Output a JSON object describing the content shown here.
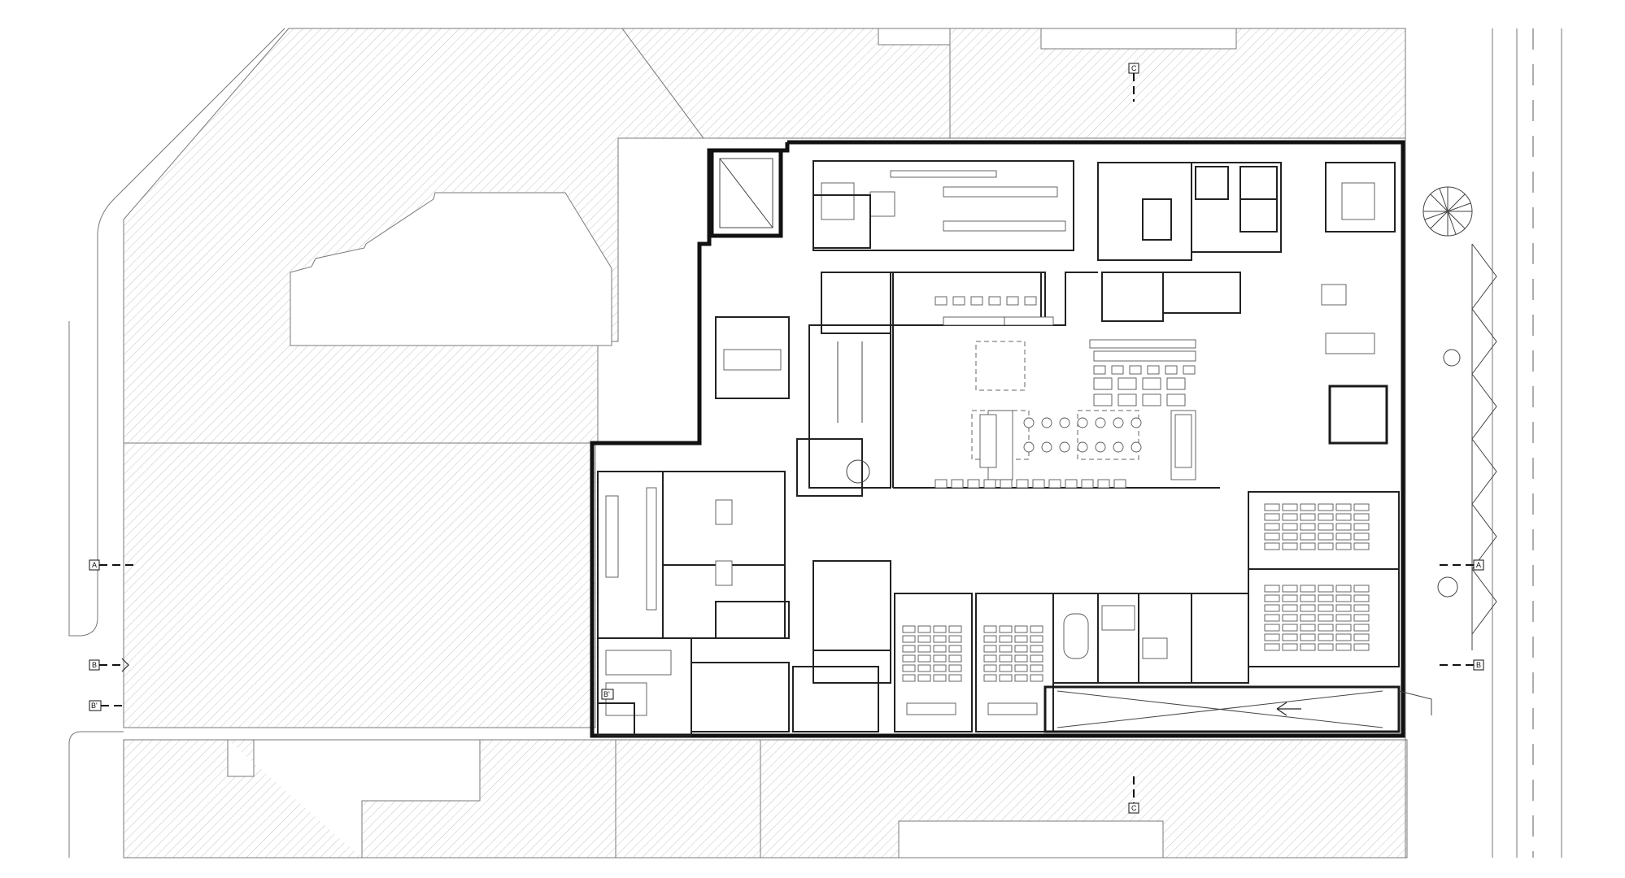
{
  "drawing": {
    "section_markers": [
      {
        "id": "sec-a-left",
        "label": "A"
      },
      {
        "id": "sec-a-right",
        "label": "A"
      },
      {
        "id": "sec-b-left",
        "label": "B"
      },
      {
        "id": "sec-b-right",
        "label": "B"
      },
      {
        "id": "sec-b2-left",
        "label": "B'"
      },
      {
        "id": "sec-b2-inner",
        "label": "B'"
      },
      {
        "id": "sec-c-top",
        "label": "C"
      },
      {
        "id": "sec-c-bottom",
        "label": "C"
      }
    ],
    "colors": {
      "walls": "#1a1a1a",
      "hatch": "#b5b5b5",
      "background": "#ffffff"
    }
  }
}
